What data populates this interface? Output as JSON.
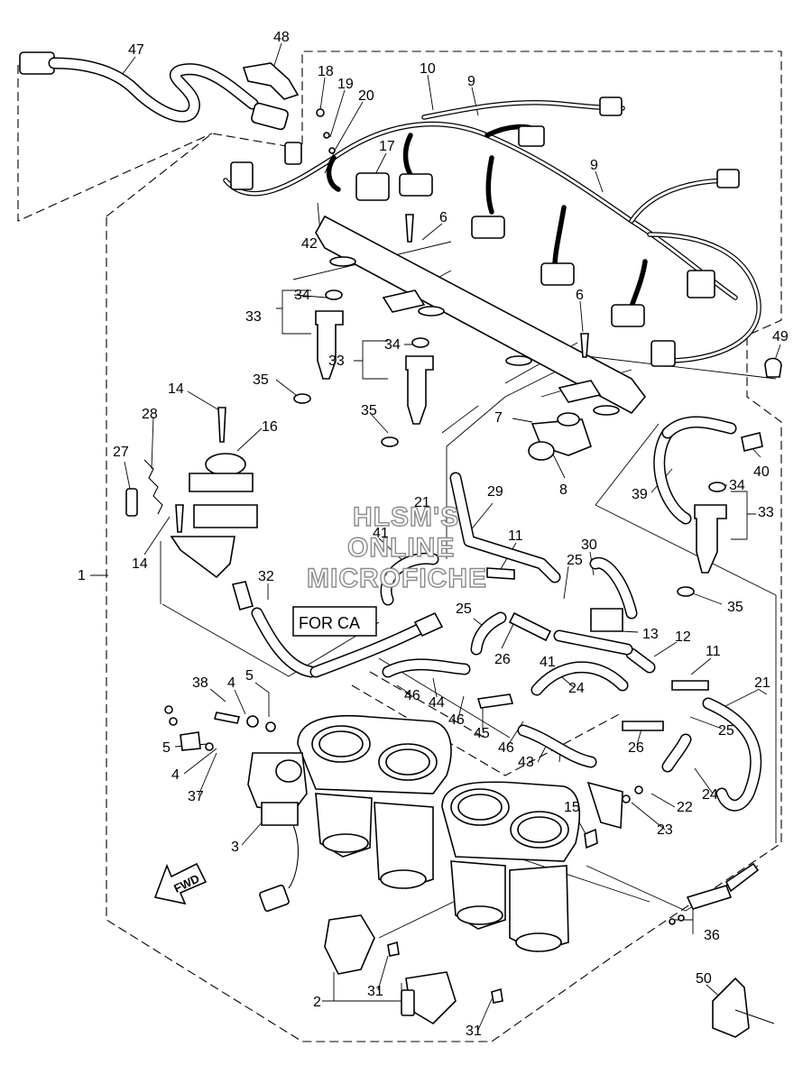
{
  "callouts": [
    "47",
    "48",
    "18",
    "19",
    "20",
    "10",
    "9",
    "17",
    "9",
    "42",
    "6",
    "34",
    "33",
    "35",
    "34",
    "33",
    "35",
    "6",
    "49",
    "14",
    "16",
    "28",
    "27",
    "14",
    "7",
    "8",
    "40",
    "34",
    "39",
    "33",
    "29",
    "11",
    "30",
    "25",
    "25",
    "35",
    "32",
    "1",
    "26",
    "13",
    "12",
    "11",
    "41",
    "24",
    "21",
    "38",
    "4",
    "5",
    "46",
    "44",
    "46",
    "45",
    "26",
    "25",
    "5",
    "4",
    "37",
    "46",
    "43",
    "24",
    "3",
    "15",
    "22",
    "23",
    "36",
    "31",
    "2",
    "31",
    "50",
    "21",
    "41"
  ],
  "labels": {
    "for_ca": "FOR CA",
    "fwd": "FWD"
  },
  "watermark": [
    "HLSM'S",
    "ONLINE",
    "MICROFICHE"
  ]
}
